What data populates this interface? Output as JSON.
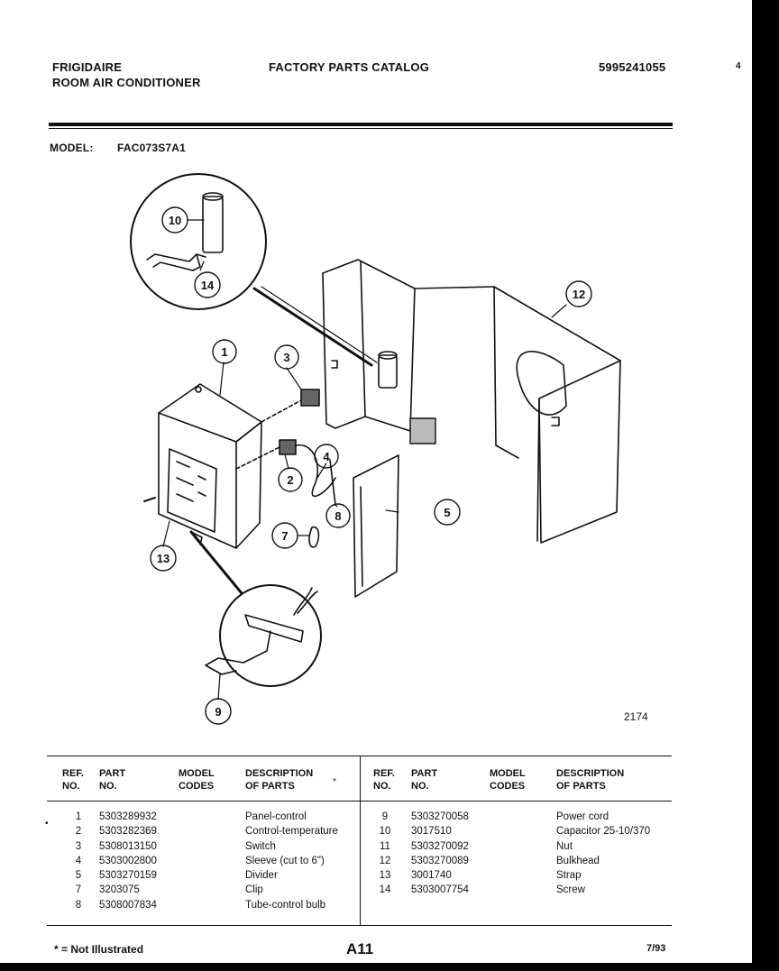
{
  "header": {
    "brand_line1": "FRIGIDAIRE",
    "brand_line2": "ROOM AIR CONDITIONER",
    "catalog_title": "FACTORY PARTS CATALOG",
    "doc_number": "5995241055",
    "edge_mark": "4",
    "model_label": "MODEL:",
    "model_value": "FAC073S7A1"
  },
  "diagram": {
    "callouts": [
      "1",
      "2",
      "3",
      "4",
      "5",
      "7",
      "8",
      "9",
      "10",
      "12",
      "13",
      "14"
    ],
    "figure_number": "2174"
  },
  "table": {
    "headers": {
      "ref_1": "REF.",
      "ref_2": "NO.",
      "part_1": "PART",
      "part_2": "NO.",
      "model_1": "MODEL",
      "model_2": "CODES",
      "desc_1": "DESCRIPTION",
      "desc_2": "OF PARTS"
    },
    "header_mark": "*",
    "left": [
      {
        "ref": "1",
        "part": "5303289932",
        "desc": "Panel-control"
      },
      {
        "ref": "2",
        "part": "5303282369",
        "desc": "Control-temperature"
      },
      {
        "ref": "3",
        "part": "5308013150",
        "desc": "Switch"
      },
      {
        "ref": "4",
        "part": "5303002800",
        "desc": "Sleeve (cut to 6\")"
      },
      {
        "ref": "5",
        "part": "5303270159",
        "desc": "Divider"
      },
      {
        "ref": "7",
        "part": "3203075",
        "desc": "Clip"
      },
      {
        "ref": "8",
        "part": "5308007834",
        "desc": "Tube-control bulb"
      }
    ],
    "right": [
      {
        "ref": "9",
        "part": "5303270058",
        "desc": "Power cord"
      },
      {
        "ref": "10",
        "part": "3017510",
        "desc": "Capacitor 25-10/370"
      },
      {
        "ref": "11",
        "part": "5303270092",
        "desc": "Nut"
      },
      {
        "ref": "12",
        "part": "5303270089",
        "desc": "Bulkhead"
      },
      {
        "ref": "13",
        "part": "3001740",
        "desc": "Strap"
      },
      {
        "ref": "14",
        "part": "5303007754",
        "desc": "Screw"
      }
    ],
    "margin_mark": "•"
  },
  "footer": {
    "note": "* = Not Illustrated",
    "page": "A11",
    "date": "7/93"
  }
}
